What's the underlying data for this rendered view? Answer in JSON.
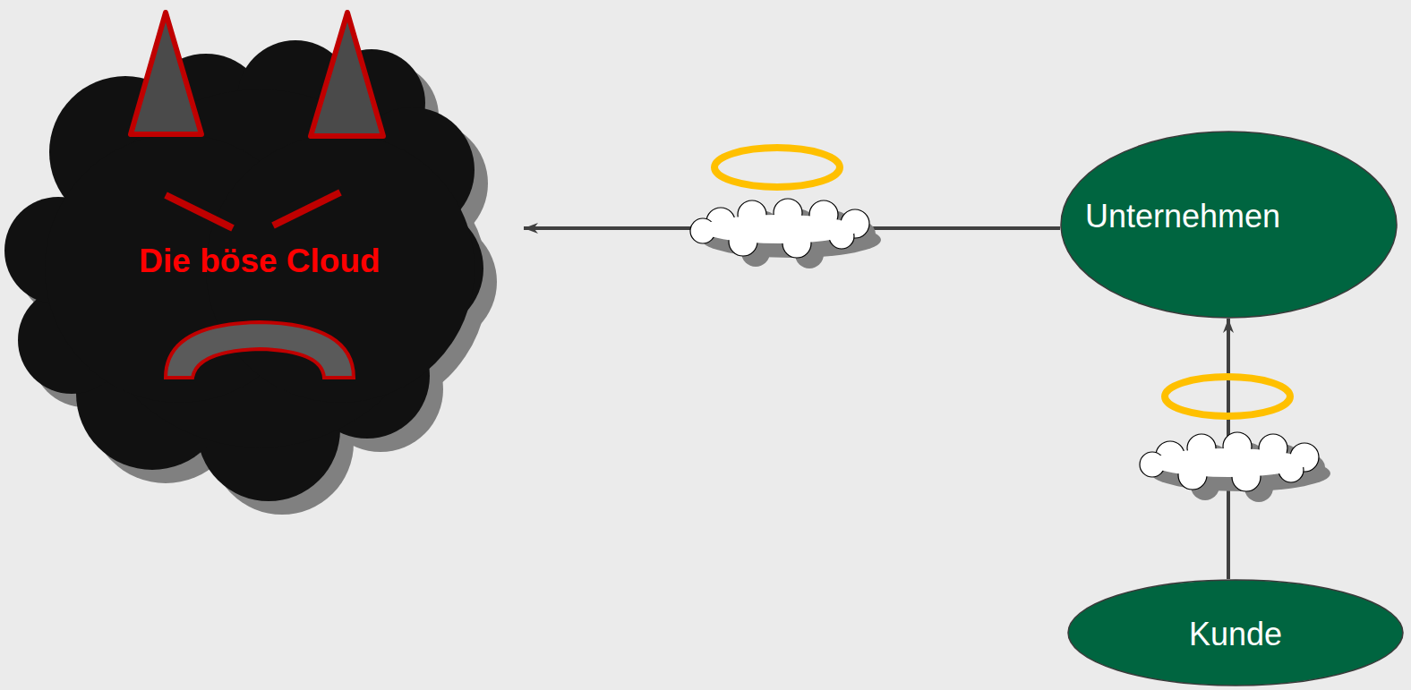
{
  "diagram": {
    "nodes": [
      {
        "text": [
          "Die böse Cloud"
        ]
      },
      {
        "text": [
          "Unternehmen"
        ]
      },
      {
        "text": [
          "Kunde"
        ]
      }
    ],
    "edges": [
      {
        "from": 2,
        "to": 1,
        "arrow": "to"
      },
      {
        "from": 1,
        "to": 0,
        "arrow": "to"
      }
    ]
  }
}
